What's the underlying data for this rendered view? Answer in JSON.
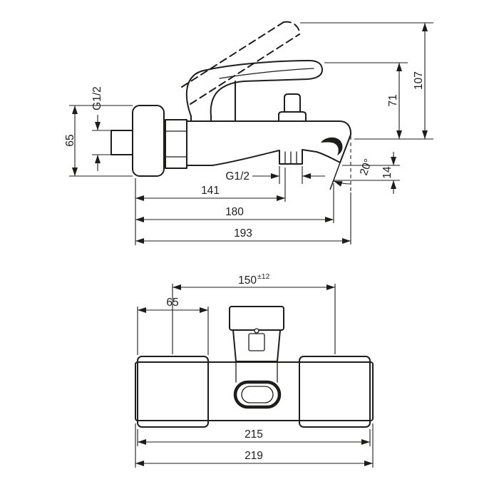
{
  "side_view": {
    "thread_wall": "G1/2",
    "height_65": "65",
    "height_71": "71",
    "height_107": "107",
    "thread_spout": "G1/2",
    "depth_141": "141",
    "depth_180": "180",
    "depth_193": "193",
    "offset_14": "14",
    "spout_angle": "20°"
  },
  "front_view": {
    "centers_150": "150",
    "centers_tolerance": "±12",
    "escutcheon_65": "65",
    "width_215": "215",
    "width_219": "219"
  },
  "style": {
    "line_color": "#1d1d1b",
    "background": "#ffffff"
  }
}
